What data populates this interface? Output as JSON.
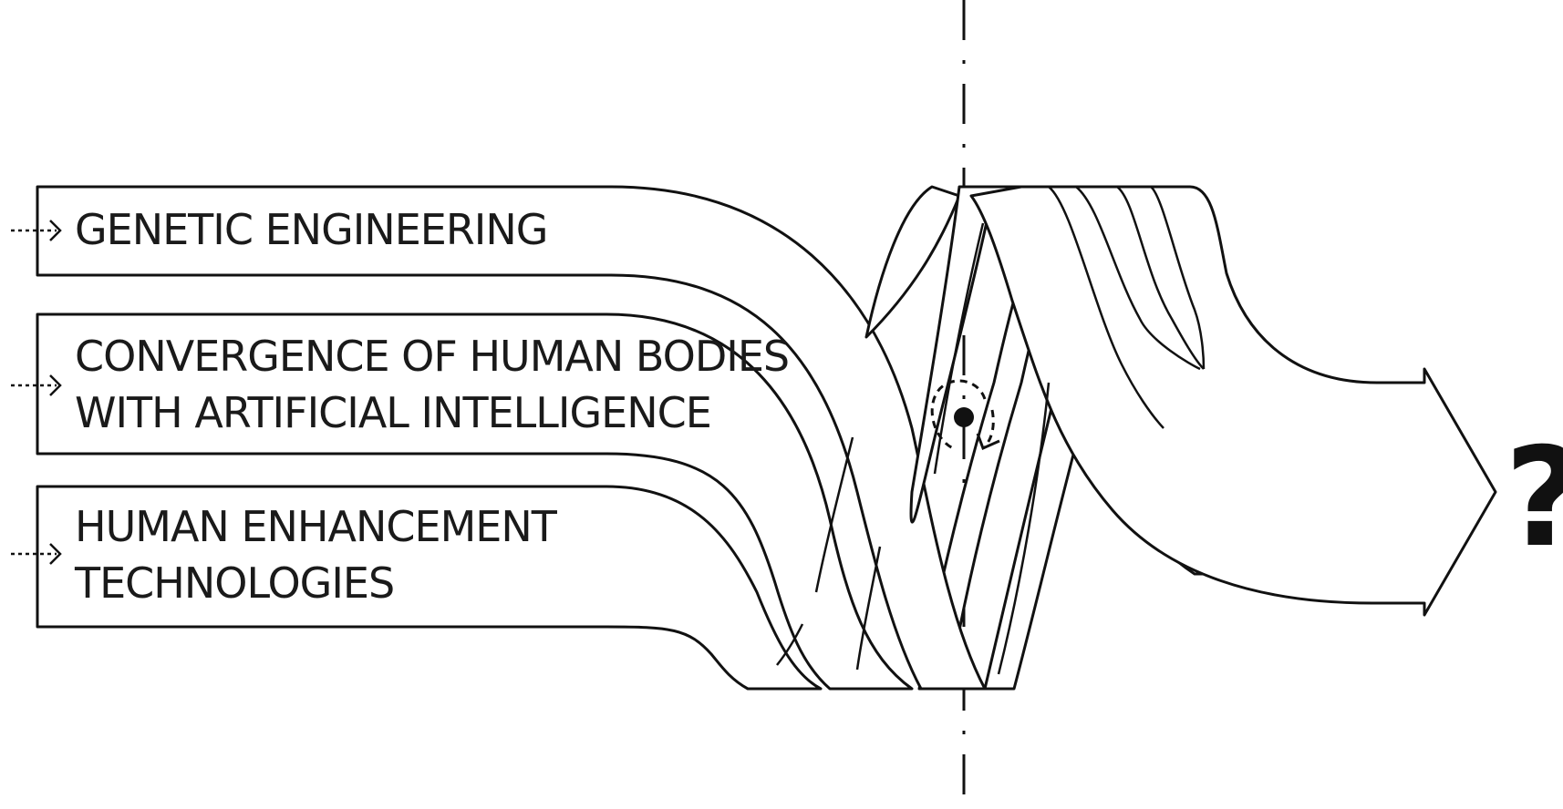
{
  "inputs": [
    {
      "lines": [
        "GENETIC ENGINEERING"
      ]
    },
    {
      "lines": [
        "CONVERGENCE OF HUMAN BODIES",
        "WITH ARTIFICIAL INTELLIGENCE"
      ]
    },
    {
      "lines": [
        "HUMAN ENHANCEMENT",
        "TECHNOLOGIES"
      ]
    }
  ],
  "output_symbol": "?",
  "icons": {
    "input_arrow": "dotted-arrow-right",
    "rotation": "dashed-rotation-arrow",
    "axis": "dash-dot-vertical-axis"
  },
  "colors": {
    "stroke": "#111111",
    "fill": "#ffffff"
  }
}
